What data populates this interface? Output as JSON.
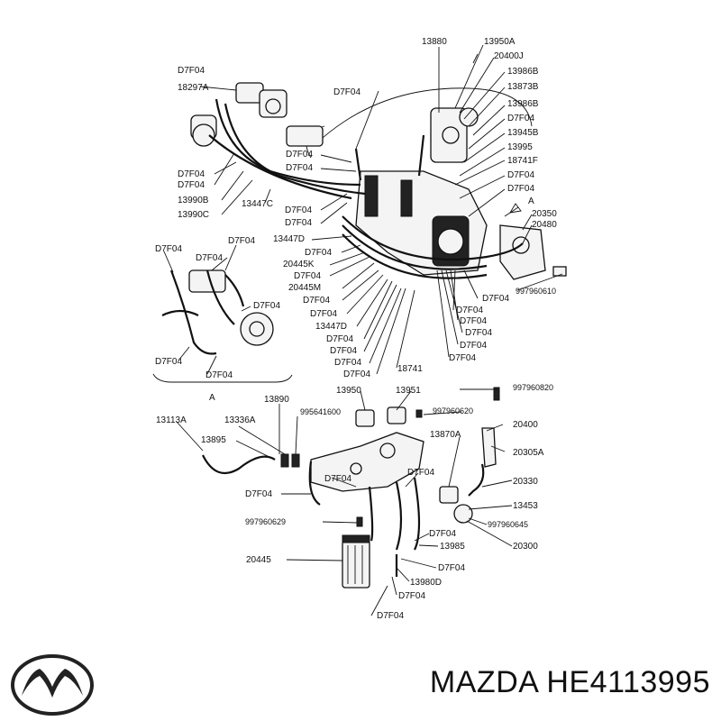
{
  "brand": {
    "name": "MAZDA",
    "part_number": "HE4113995"
  },
  "callouts": {
    "c1": "D7F04",
    "c2": "18297A",
    "c3": "D7F04",
    "c4": "13880",
    "c5": "13950A",
    "c6": "20400J",
    "c7": "13986B",
    "c8": "13873B",
    "c9": "13986B",
    "c10": "D7F04",
    "c11": "13945B",
    "c12": "13995",
    "c13": "18741F",
    "c14": "D7F04",
    "c15": "D7F04",
    "c16": "20350",
    "c17": "20480",
    "c18": "997960610",
    "c19": "D7F04",
    "c20": "D7F04",
    "c21": "D7F04",
    "c22": "D7F04",
    "c23": "D7F04",
    "c24": "13990B",
    "c25": "13990C",
    "c26": "13447C",
    "c27": "D7F04",
    "c28": "D7F04",
    "c29": "D7F04",
    "c30": "13447D",
    "c31": "D7F04",
    "c32": "20445K",
    "c33": "D7F04",
    "c34": "20445M",
    "c35": "D7F04",
    "c36": "D7F04",
    "c37": "13447D",
    "c38": "D7F04",
    "c39": "D7F04",
    "c40": "D7F04",
    "c41": "18741",
    "c42": "D7F04",
    "c43": "D7F04",
    "c44": "D7F04",
    "c45": "D7F04",
    "c46": "D7F04",
    "c47": "D7F04",
    "c48": "D7F04",
    "c49": "D7F04",
    "c50": "D7F04",
    "c51": "D7F04",
    "c52": "A",
    "c53": "A",
    "c54": "13890",
    "c55": "13950",
    "c56": "13951",
    "c57": "997960820",
    "c58": "13113A",
    "c59": "13336A",
    "c60": "995641600",
    "c61": "997960620",
    "c62": "20400",
    "c63": "13895",
    "c64": "13870A",
    "c65": "20305A",
    "c66": "D7F04",
    "c67": "D7F04",
    "c68": "20330",
    "c69": "D7F04",
    "c70": "13453",
    "c71": "997960629",
    "c72": "997960645",
    "c73": "D7F04",
    "c74": "20300",
    "c75": "13985",
    "c76": "20445",
    "c77": "D7F04",
    "c78": "13980D",
    "c79": "D7F04",
    "c80": "D7F04"
  }
}
